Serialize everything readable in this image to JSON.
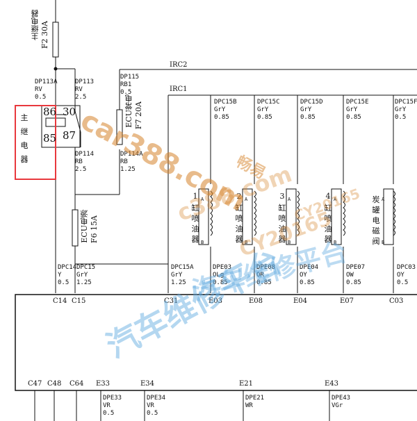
{
  "fuses": {
    "main_relay_fuse": {
      "name": "主继电器",
      "id": "F2 30A"
    },
    "ecu_battery_fuse": {
      "name": "ECU常电",
      "id": "F7 20A"
    },
    "ecu_ignition_fuse": {
      "name": "ECU电源",
      "id": "F6 15A"
    }
  },
  "relay": {
    "name": "主继电器",
    "pins": [
      "86",
      "30",
      "85",
      "87"
    ],
    "highlight_color": "#e8383d"
  },
  "circuits": [
    "IRC2",
    "IRC1"
  ],
  "wires": [
    {
      "code": "DP113A",
      "color": "RV",
      "size": "0.5"
    },
    {
      "code": "DP113",
      "color": "RV",
      "size": "2.5"
    },
    {
      "code": "DP115",
      "color": "RB1",
      "size": "0.5"
    },
    {
      "code": "DP114",
      "color": "RB",
      "size": "2.5"
    },
    {
      "code": "DP114A",
      "color": "RB",
      "size": "1.25"
    },
    {
      "code": "DPC15B",
      "color": "GrY",
      "size": "0.85"
    },
    {
      "code": "DPC15C",
      "color": "GrY",
      "size": "0.85"
    },
    {
      "code": "DPC15D",
      "color": "GrY",
      "size": "0.85"
    },
    {
      "code": "DPC15E",
      "color": "GrY",
      "size": "0.85"
    },
    {
      "code": "DPC15F",
      "color": "GrY",
      "size": "0.5"
    },
    {
      "code": "DPC14",
      "color": "Y",
      "size": "0.5"
    },
    {
      "code": "DPC15",
      "color": "GrY",
      "size": "1.25"
    },
    {
      "code": "DPC15A",
      "color": "GrY",
      "size": "1.25"
    },
    {
      "code": "DPE03",
      "color": "OLg",
      "size": "0.85"
    },
    {
      "code": "DPE08",
      "color": "OR",
      "size": "0.85"
    },
    {
      "code": "DPE04",
      "color": "OY",
      "size": "0.85"
    },
    {
      "code": "DPE07",
      "color": "OW",
      "size": "0.85"
    },
    {
      "code": "DPC03",
      "color": "OY",
      "size": "0.5"
    },
    {
      "code": "DPE33",
      "color": "VR",
      "size": "0.5"
    },
    {
      "code": "DPE34",
      "color": "VR",
      "size": "0.5"
    },
    {
      "code": "DPE21",
      "color": "WR",
      "size": ""
    },
    {
      "code": "DPE43",
      "color": "VGr",
      "size": ""
    }
  ],
  "injectors": [
    {
      "num": "1",
      "name": "缸喷油器"
    },
    {
      "num": "2",
      "name": "缸喷油器"
    },
    {
      "num": "3",
      "name": "缸喷油器"
    },
    {
      "num": "4",
      "name": "缸喷油器"
    },
    {
      "num": "",
      "name": "炭罐电磁阀"
    }
  ],
  "coil_pins": [
    "A",
    "B"
  ],
  "ecu_pins_top": [
    "C14",
    "C15",
    "C31",
    "E03",
    "E08",
    "E04",
    "E07",
    "C03"
  ],
  "ecu_pins_bottom": [
    "C47",
    "C48",
    "C64",
    "E33",
    "E34",
    "E21",
    "E43"
  ],
  "watermarks": [
    "car388.com",
    "汽车维修平台",
    "畅易",
    "c388.com",
    "CY20165",
    "汽车维修平台",
    "CY20165"
  ],
  "colors": {
    "line": "#111111",
    "watermark": "#d7852e",
    "watermark_blue": "#5aa7df"
  }
}
